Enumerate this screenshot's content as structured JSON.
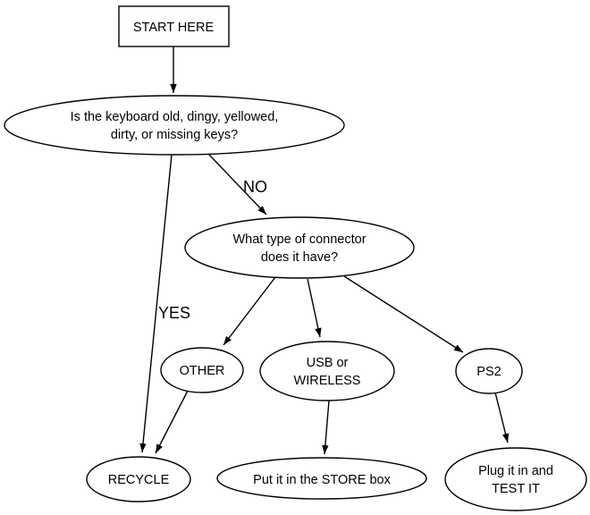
{
  "diagram": {
    "type": "flowchart",
    "colors": {
      "background": "#ffffff",
      "stroke": "#000000",
      "text": "#000000"
    },
    "nodes": {
      "start": {
        "shape": "rectangle",
        "label": "START HERE"
      },
      "question_keyboard": {
        "shape": "ellipse",
        "line1": "Is the keyboard old, dingy, yellowed,",
        "line2": "dirty, or missing keys?"
      },
      "question_connector": {
        "shape": "ellipse",
        "line1": "What type of connector",
        "line2": "does it have?"
      },
      "other": {
        "shape": "ellipse",
        "label": "OTHER"
      },
      "usb_wireless": {
        "shape": "ellipse",
        "line1": "USB or",
        "line2": "WIRELESS"
      },
      "ps2": {
        "shape": "ellipse",
        "label": "PS2"
      },
      "recycle": {
        "shape": "ellipse",
        "label": "RECYCLE"
      },
      "store": {
        "shape": "ellipse",
        "label": "Put it in the STORE box"
      },
      "test": {
        "shape": "ellipse",
        "line1": "Plug it in and",
        "line2": "TEST IT"
      }
    },
    "edge_labels": {
      "no": "NO",
      "yes": "YES"
    },
    "edges": [
      {
        "from": "start",
        "to": "question_keyboard",
        "label": ""
      },
      {
        "from": "question_keyboard",
        "to": "question_connector",
        "label": "NO"
      },
      {
        "from": "question_keyboard",
        "to": "recycle",
        "label": "YES"
      },
      {
        "from": "question_connector",
        "to": "other",
        "label": ""
      },
      {
        "from": "question_connector",
        "to": "usb_wireless",
        "label": ""
      },
      {
        "from": "question_connector",
        "to": "ps2",
        "label": ""
      },
      {
        "from": "other",
        "to": "recycle",
        "label": ""
      },
      {
        "from": "usb_wireless",
        "to": "store",
        "label": ""
      },
      {
        "from": "ps2",
        "to": "test",
        "label": ""
      }
    ]
  }
}
